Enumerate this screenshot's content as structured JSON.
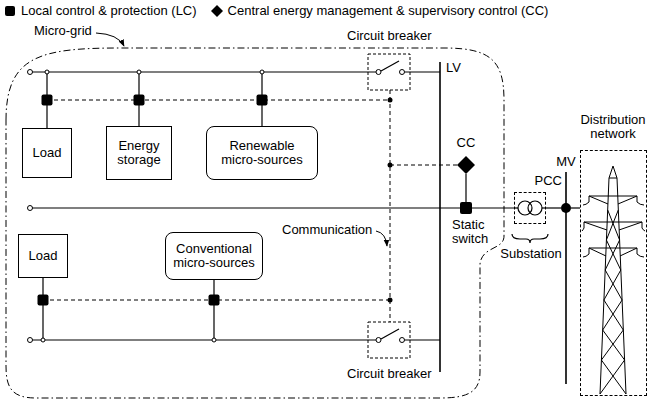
{
  "diagram": {
    "nodes": [
      {
        "text": [
          "Micro-grid"
        ]
      },
      {
        "text": [
          "Load"
        ],
        "in": 0
      },
      {
        "text": [
          "Energy storage"
        ],
        "in": 0
      },
      {
        "text": [
          "Renewable micro-sources"
        ],
        "in": 0
      },
      {
        "text": [
          "CC"
        ],
        "in": 0
      },
      {
        "text": [
          "Static switch"
        ],
        "in": 0
      },
      {
        "text": [
          "Load"
        ],
        "in": 0
      },
      {
        "text": [
          "Conventional micro-sources"
        ],
        "in": 0
      },
      {
        "text": [
          "Substation"
        ]
      },
      {
        "text": [
          "PCC"
        ]
      },
      {
        "text": [
          "Distribution network"
        ]
      }
    ],
    "edges": [
      {
        "from": 4,
        "to": 5,
        "arrow": "none"
      },
      {
        "from": 5,
        "to": 8,
        "arrow": "none"
      },
      {
        "from": 8,
        "to": 9,
        "arrow": "none"
      },
      {
        "from": 9,
        "to": 10,
        "arrow": "none"
      }
    ],
    "labels": [
      "Circuit breaker",
      "LV",
      "Communication",
      "Circuit breaker",
      "MV"
    ],
    "legend": [
      {
        "text": "Local control & protection (LC)"
      },
      {
        "text": "Central energy management & supervisory control (CC)"
      }
    ]
  }
}
